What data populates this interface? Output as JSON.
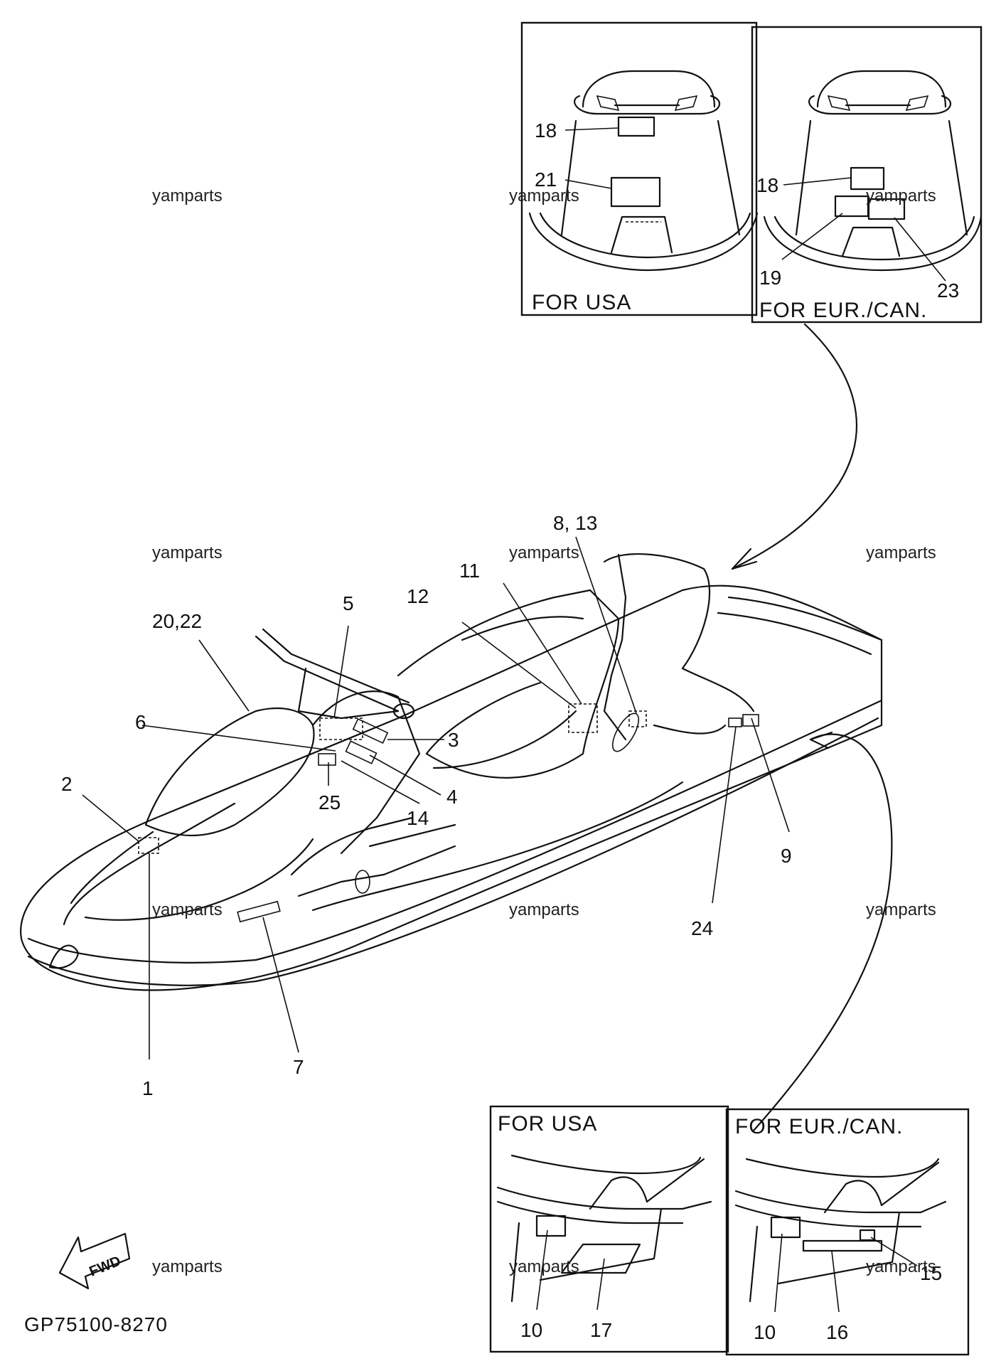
{
  "watermark": "yamparts",
  "diagram_code": "GP75100-8270",
  "fwd_label": "FWD",
  "insets": {
    "top_usa": {
      "caption": "FOR USA",
      "labels": [
        "18",
        "21"
      ]
    },
    "top_eur": {
      "caption": "FOR EUR./CAN.",
      "labels": [
        "18",
        "19",
        "23"
      ]
    },
    "bottom_usa": {
      "caption": "FOR USA",
      "labels": [
        "10",
        "17"
      ]
    },
    "bottom_eur": {
      "caption": "FOR EUR./CAN.",
      "labels": [
        "10",
        "16",
        "15"
      ]
    }
  },
  "callouts": [
    "1",
    "2",
    "3",
    "4",
    "5",
    "6",
    "7",
    "8, 13",
    "9",
    "11",
    "12",
    "14",
    "20,22",
    "24",
    "25"
  ]
}
